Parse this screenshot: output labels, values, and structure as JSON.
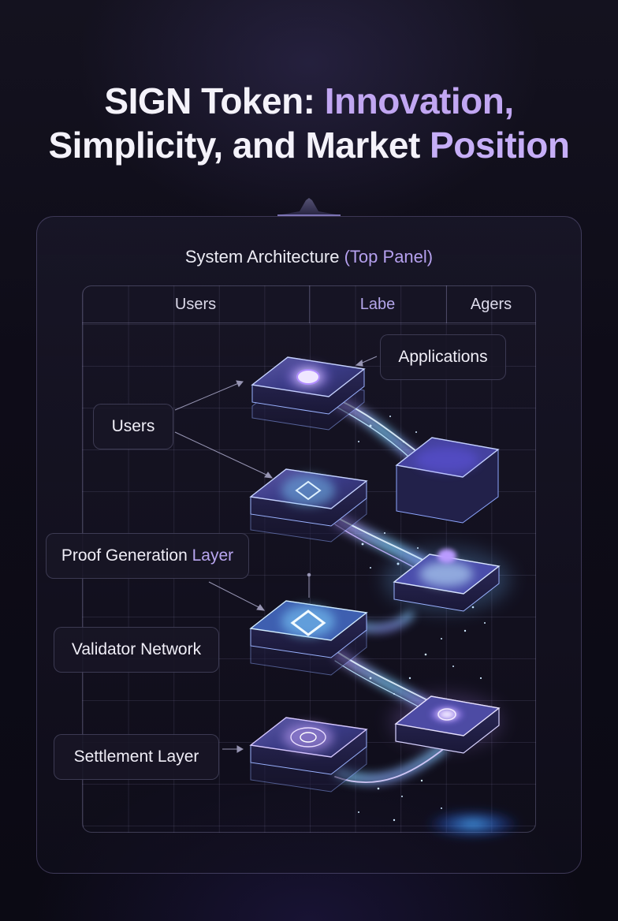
{
  "title": {
    "line1_plain": "SIGN Token: ",
    "line1_accent": "Innovation,",
    "line2_plain": "Simplicity, and Market ",
    "line2_accent": "Position"
  },
  "panel": {
    "title_plain": "System Architecture ",
    "title_accent": "(Top Panel)"
  },
  "table_headers": [
    "Users",
    "Labe",
    "Agers"
  ],
  "labels": {
    "applications": "Applications",
    "users": "Users",
    "proof_plain": "Proof Generation ",
    "proof_accent": "Layer",
    "validator": "Validator Network",
    "settlement": "Settlement Layer"
  },
  "colors": {
    "accent": "#c1a6f2",
    "glow_blue": "#6fc8ff",
    "glow_violet": "#9a7cff"
  }
}
